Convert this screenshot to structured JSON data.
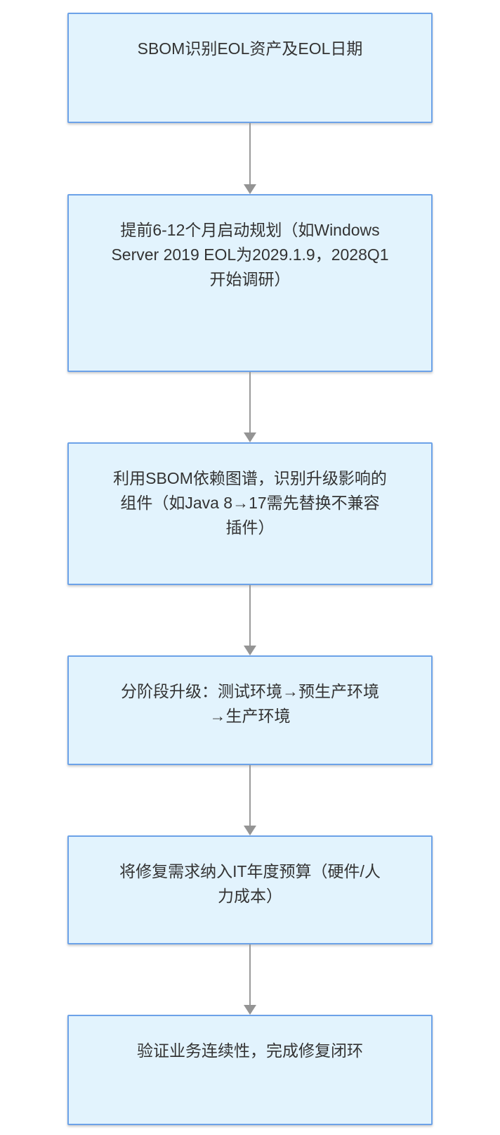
{
  "diagram": {
    "type": "flowchart",
    "direction": "top-down",
    "colors": {
      "background": "#ffffff",
      "node_fill": "#e2f3fd",
      "node_border": "#6ca2e8",
      "node_text": "#333333",
      "arrow": "#9a9a9a"
    },
    "nodes": [
      {
        "id": "step1",
        "label": "SBOM识别EOL资产及EOL日期"
      },
      {
        "id": "step2",
        "label": "提前6-12个月启动规划（如Windows\nServer 2019 EOL为2029.1.9，2028Q1\n开始调研）"
      },
      {
        "id": "step3",
        "label": "利用SBOM依赖图谱，识别升级影响的\n组件（如Java 8→17需先替换不兼容\n插件）"
      },
      {
        "id": "step4",
        "label": "分阶段升级：测试环境→预生产环境\n→生产环境"
      },
      {
        "id": "step5",
        "label": "将修复需求纳入IT年度预算（硬件/人\n力成本）"
      },
      {
        "id": "step6",
        "label": "验证业务连续性，完成修复闭环"
      }
    ],
    "edges": [
      {
        "from": "step1",
        "to": "step2"
      },
      {
        "from": "step2",
        "to": "step3"
      },
      {
        "from": "step3",
        "to": "step4"
      },
      {
        "from": "step4",
        "to": "step5"
      },
      {
        "from": "step5",
        "to": "step6"
      }
    ]
  }
}
